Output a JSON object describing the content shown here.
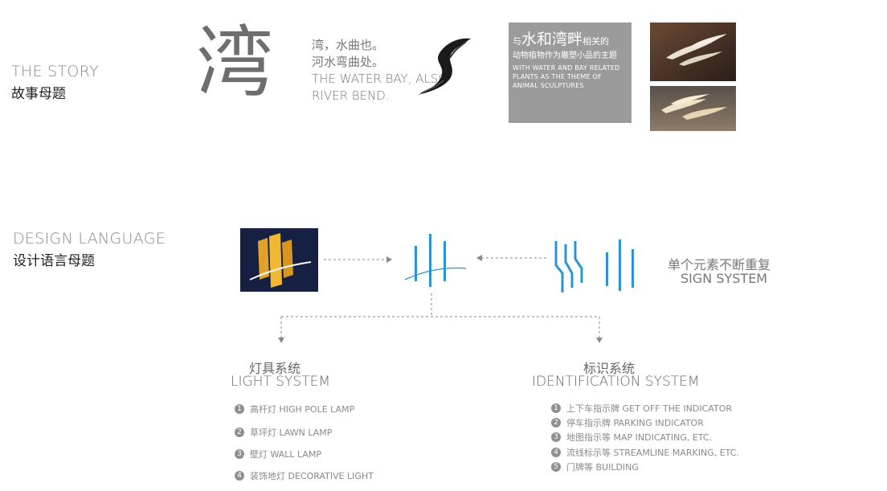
{
  "story": {
    "heading_en": "THE STORY",
    "heading_cn": "故事母题",
    "big_char": "湾",
    "lines": [
      "湾，水曲也。",
      "河水弯曲处。",
      "THE WATER BAY, ALSO",
      "RIVER BEND."
    ],
    "box": {
      "prefix": "与",
      "highlight": "水和湾畔",
      "suffix": "相关的",
      "cn_text": "动物植物作为雕塑小品的主题",
      "en_text": "WITH WATER AND BAY RELATED PLANTS AS THE THEME OF ANIMAL SCULPTURES"
    }
  },
  "design": {
    "heading_en": "DESIGN LANGUAGE",
    "heading_cn": "设计语言母题",
    "sign_cn": "单个元素不断重复",
    "sign_en": "SIGN SYSTEM"
  },
  "light": {
    "title_cn": "灯具系统",
    "title_en": "LIGHT SYSTEM",
    "items": [
      {
        "num": "1",
        "text": "高杆灯 HIGH POLE LAMP"
      },
      {
        "num": "2",
        "text": "草坪灯 LAWN LAMP"
      },
      {
        "num": "3",
        "text": "壁灯 WALL LAMP"
      },
      {
        "num": "4",
        "text": "装饰地灯 DECORATIVE LIGHT"
      }
    ]
  },
  "ident": {
    "title_cn": "标识系统",
    "title_en": "IDENTIFICATION SYSTEM",
    "items": [
      {
        "num": "1",
        "text": "上下车指示牌 GET OFF THE INDICATOR"
      },
      {
        "num": "2",
        "text": "停车指示牌 PARKING INDICATOR"
      },
      {
        "num": "3",
        "text": "地图指示等 MAP INDICATING, ETC."
      },
      {
        "num": "4",
        "text": "流线标示等 STREAMLINE MARKING, ETC."
      },
      {
        "num": "5",
        "text": "门牌等 BUILDING"
      }
    ]
  },
  "colors": {
    "accent_blue": "#2b93d6",
    "gray_box": "#9b9b9b",
    "arrow": "#8a8a8a"
  }
}
